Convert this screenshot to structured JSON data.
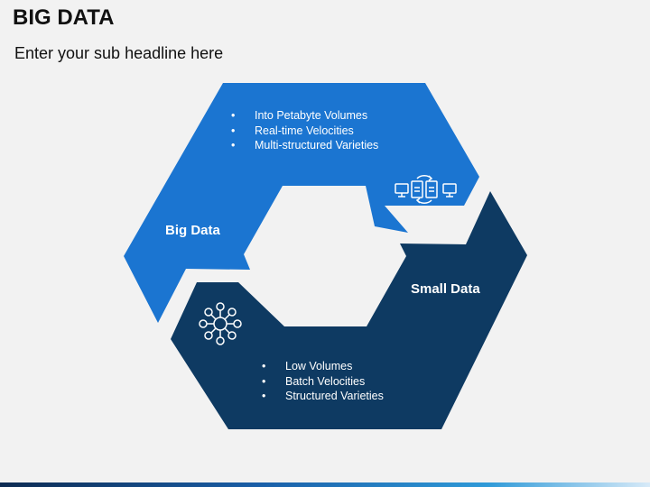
{
  "header": {
    "title": "BIG DATA",
    "subtitle": "Enter your sub headline here"
  },
  "colors": {
    "background": "#f2f2f2",
    "big_data_fill": "#1b75d1",
    "small_data_fill": "#0e3a62",
    "text_dark": "#111111",
    "text_light": "#ffffff"
  },
  "big_data": {
    "label": "Big Data",
    "bullets": [
      "Into Petabyte Volumes",
      "Real-time Velocities",
      "Multi-structured Varieties"
    ],
    "icon": "network-computers-icon"
  },
  "small_data": {
    "label": "Small Data",
    "bullets": [
      "Low Volumes",
      "Batch Velocities",
      "Structured Varieties"
    ],
    "icon": "hub-nodes-icon"
  },
  "bullet_char": "•"
}
